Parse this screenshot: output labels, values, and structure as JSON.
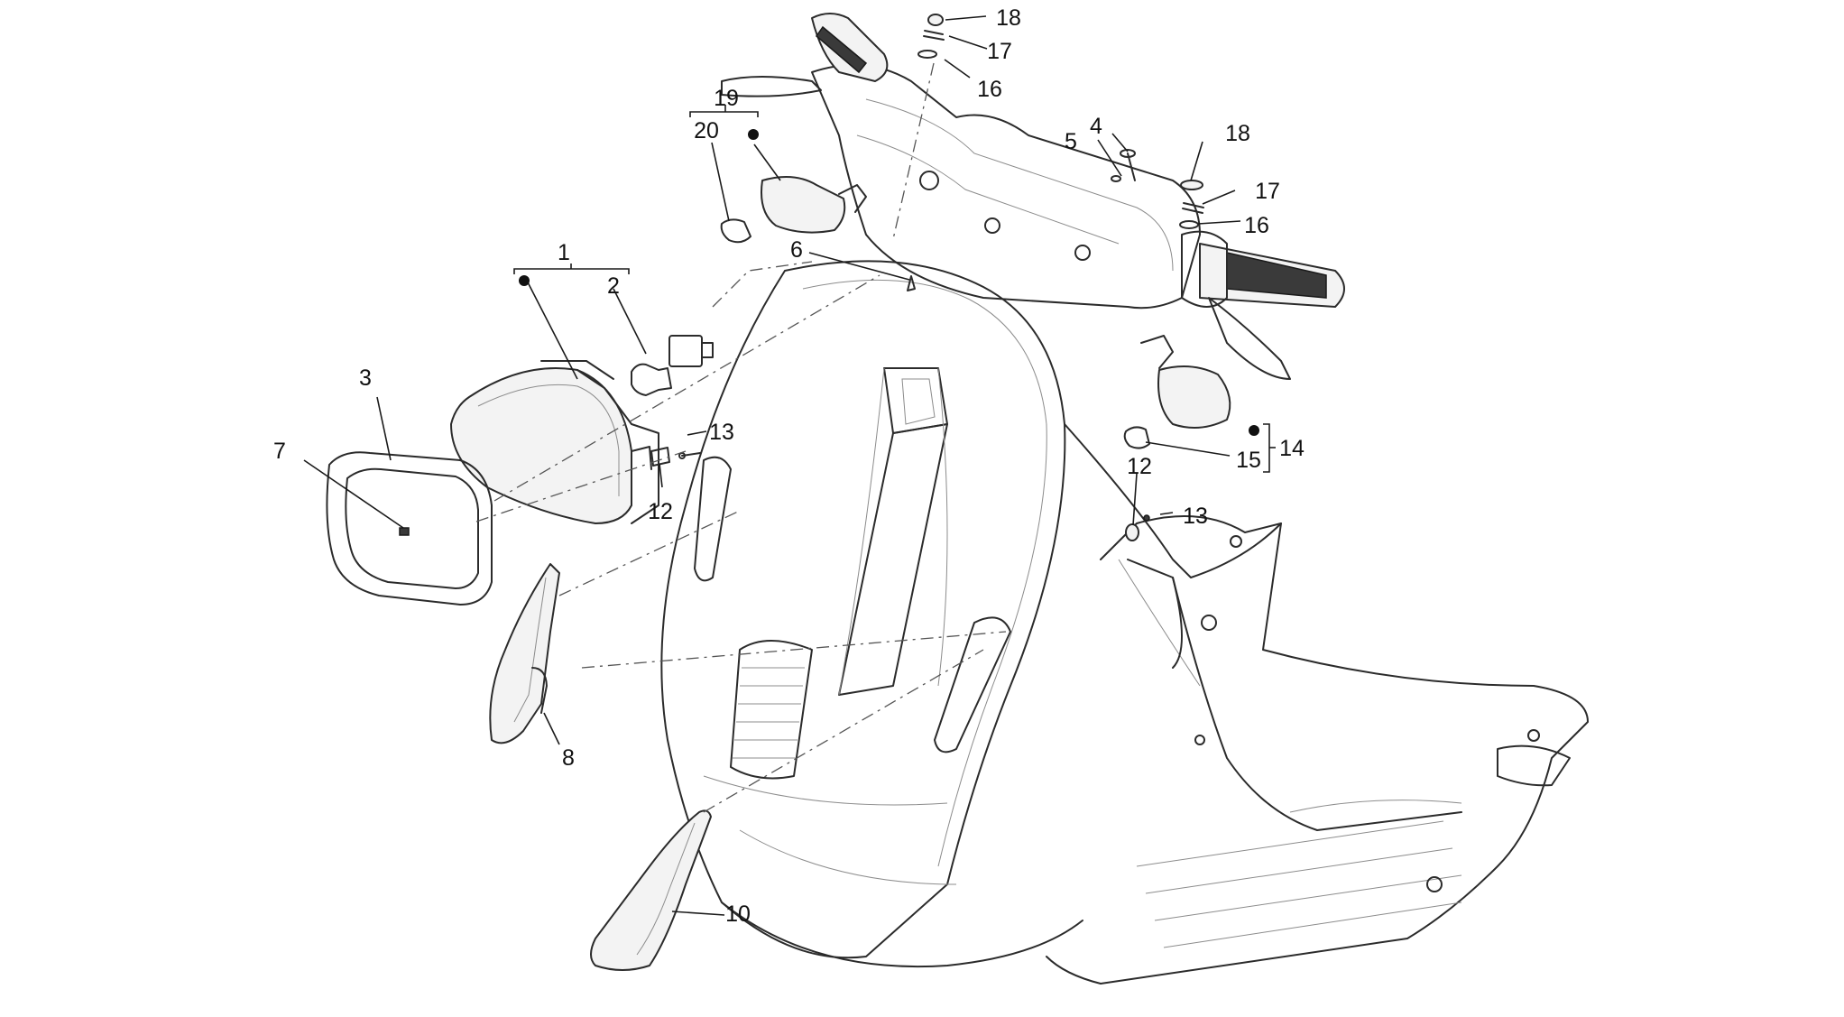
{
  "diagram": {
    "colors": {
      "line": "#2b2b2b",
      "guide": "#555555",
      "fill": "#f3f3f3",
      "text": "#111111"
    },
    "callouts": {
      "c1": "1",
      "c2": "2",
      "c3": "3",
      "c4": "4",
      "c5": "5",
      "c6": "6",
      "c7": "7",
      "c8": "8",
      "c10": "10",
      "c12a": "12",
      "c12b": "12",
      "c13a": "13",
      "c13b": "13",
      "c14": "14",
      "c15": "15",
      "c16a": "16",
      "c16b": "16",
      "c17a": "17",
      "c17b": "17",
      "c18a": "18",
      "c18b": "18",
      "c19": "19",
      "c20": "20"
    }
  }
}
